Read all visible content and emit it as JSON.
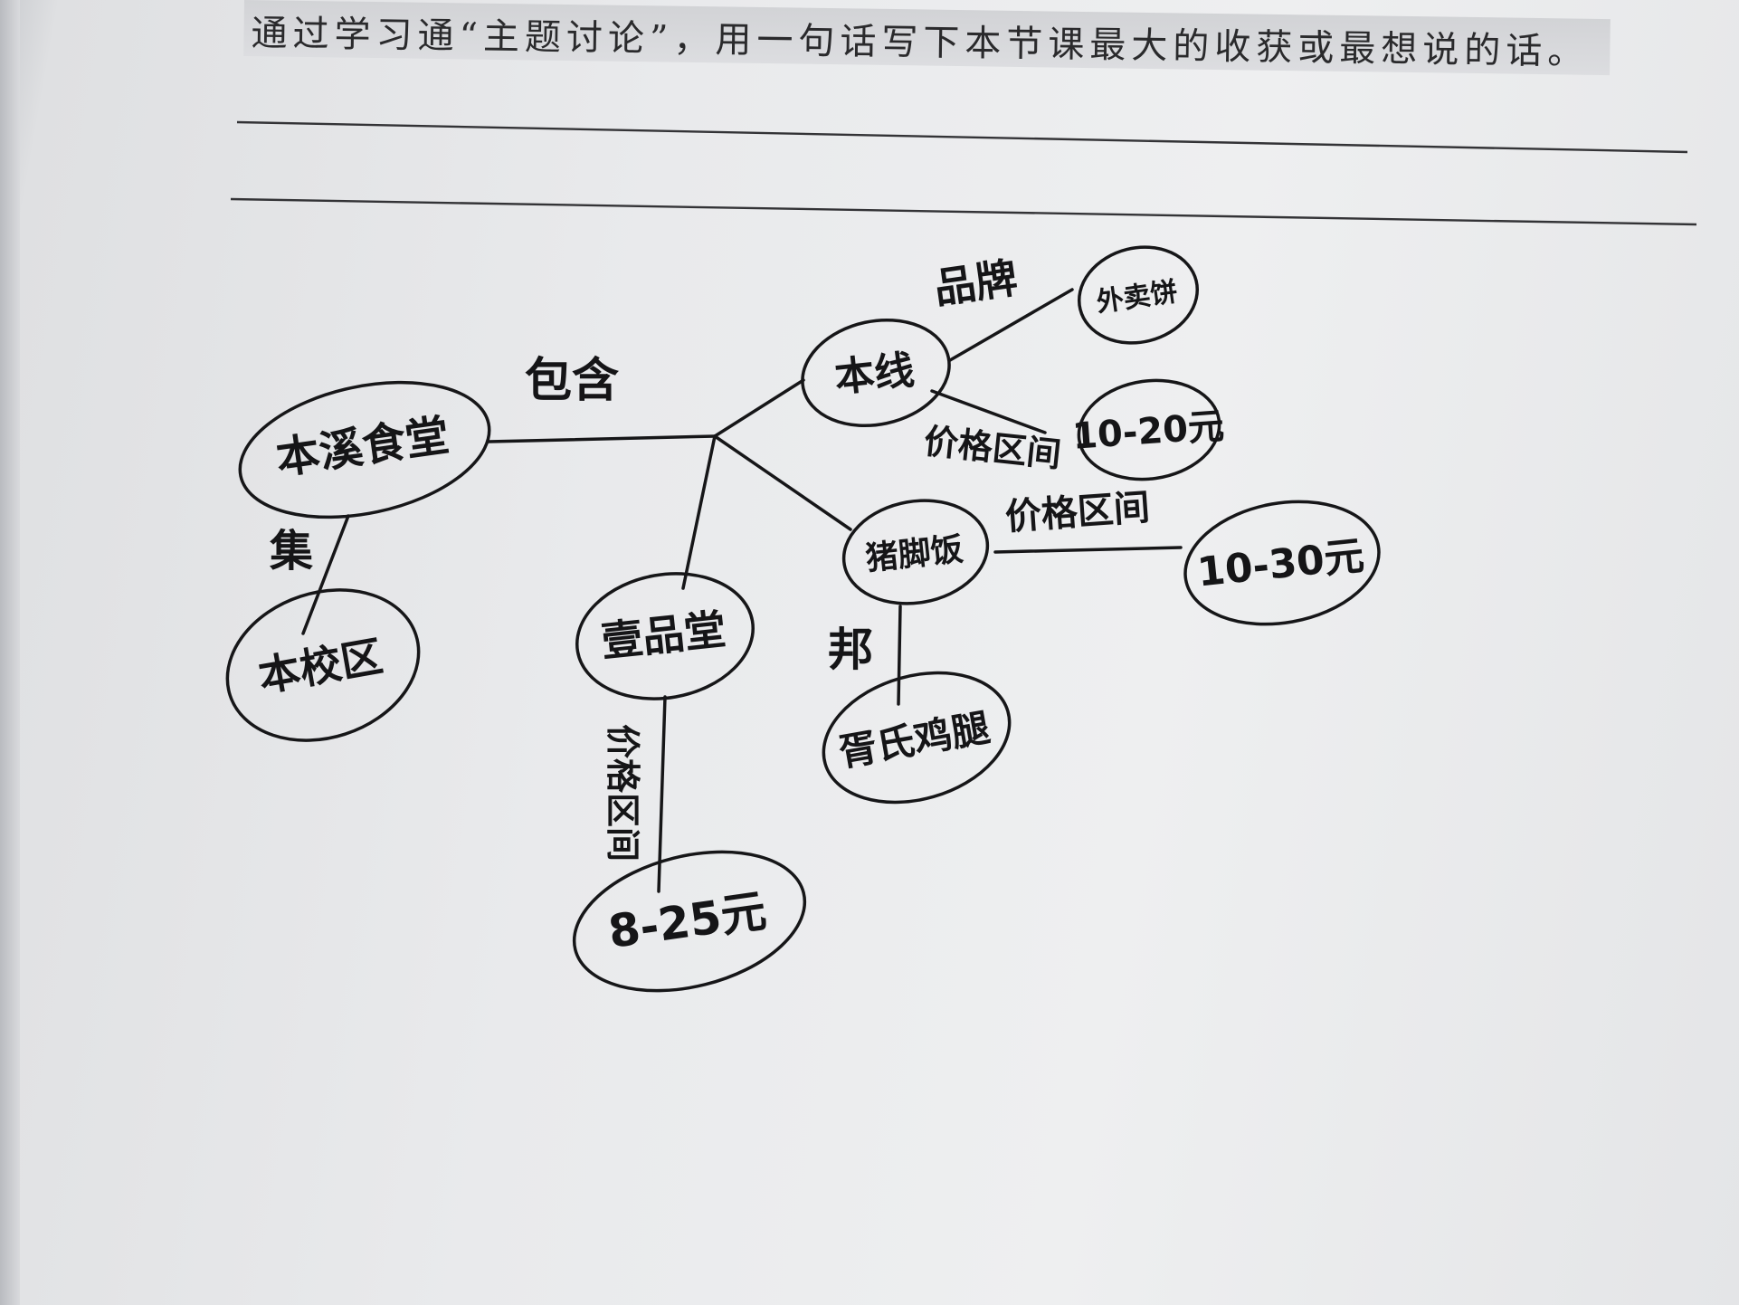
{
  "header": {
    "prompt_text": "通过学习通“主题讨论”，用一句话写下本节课最大的收获或最想说的话。"
  },
  "diagram": {
    "hub_label": "包含",
    "nodes": {
      "root": "本溪食堂",
      "campus": "本校区",
      "yipin": "壹品堂",
      "yipin_price": "8-25元",
      "benxian": "本线",
      "benxian_brand": "外卖饼",
      "benxian_price": "10-20元",
      "shenggu": "猪脚饭",
      "shenggu_price": "10-30元",
      "shenggu_near": "胥氏鸡腿"
    },
    "edges": {
      "root_campus": "集",
      "yipin_price": "价格区间",
      "benxian_brand": "品牌",
      "benxian_price": "价格区间",
      "shenggu_price": "价格区间",
      "shenggu_near": "邦"
    }
  }
}
